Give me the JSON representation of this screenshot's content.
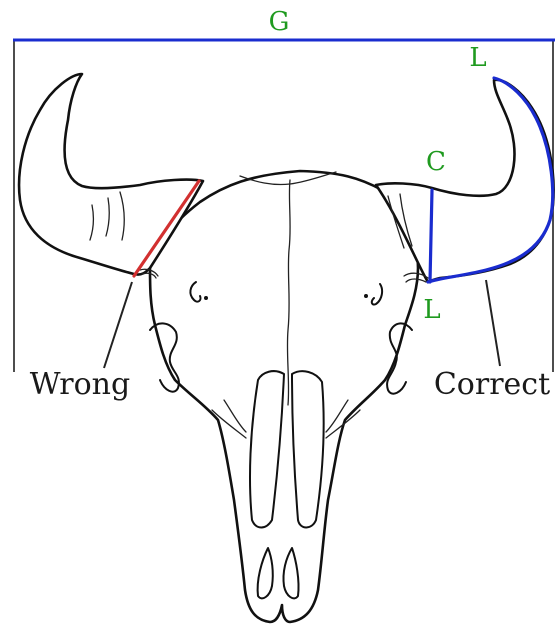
{
  "labels": {
    "g": "G",
    "l_top": "L",
    "c": "C",
    "l_bottom": "L",
    "wrong": "Wrong",
    "correct": "Correct"
  },
  "colors": {
    "measure_line": "#1a2ccf",
    "wrong_line": "#d23030",
    "label_green": "#1f9a1f",
    "ink": "#111111"
  }
}
